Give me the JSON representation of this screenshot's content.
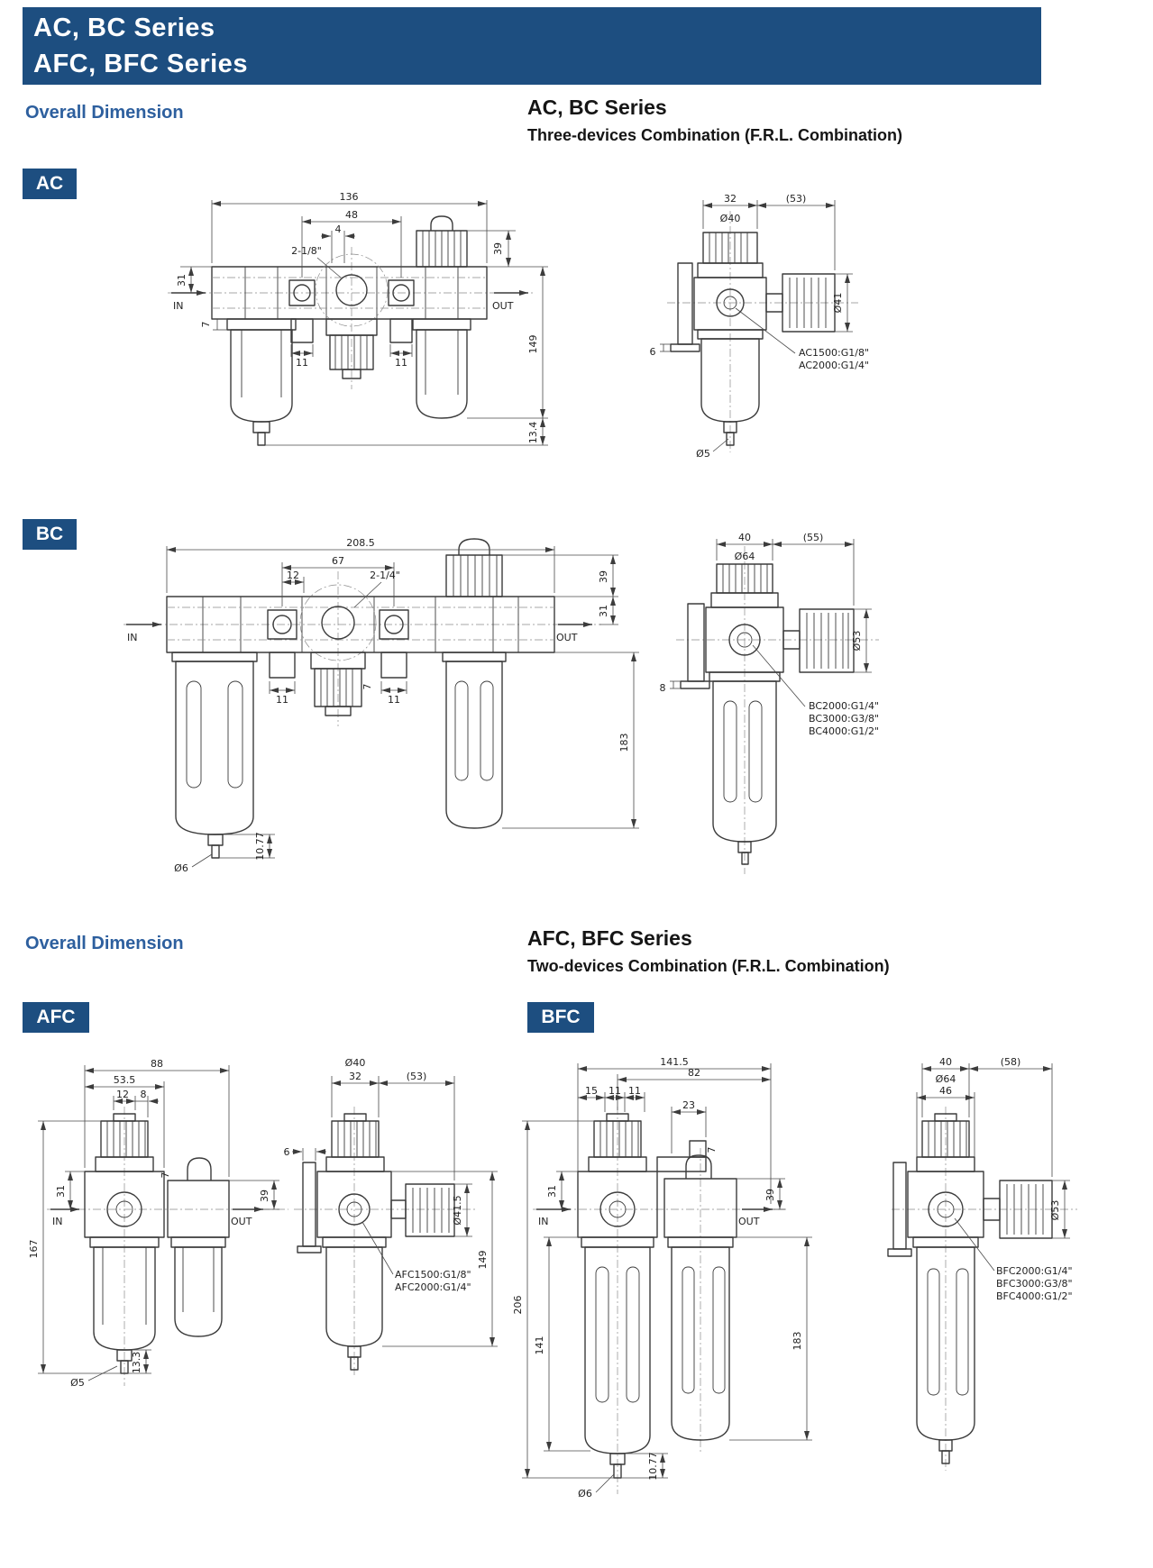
{
  "banner": {
    "line1": "AC, BC Series",
    "line2": "AFC, BFC Series"
  },
  "top_section": {
    "overall_dimension": "Overall Dimension",
    "title": "AC, BC Series",
    "subtitle": "Three-devices Combination (F.R.L. Combination)",
    "ac_badge": "AC",
    "bc_badge": "BC"
  },
  "bottom_section": {
    "overall_dimension": "Overall Dimension",
    "title": "AFC, BFC Series",
    "subtitle": "Two-devices Combination (F.R.L. Combination)",
    "afc_badge": "AFC",
    "bfc_badge": "BFC"
  },
  "ac": {
    "front": {
      "dim_136": "136",
      "dim_48": "48",
      "dim_4": "4",
      "port_label": "2-1/8\"",
      "dim_39": "39",
      "dim_31": "31",
      "in_label": "IN",
      "out_label": "OUT",
      "dim_7": "7",
      "dim_11_left": "11",
      "dim_11_right": "11",
      "dim_149": "149",
      "dim_13_4": "13.4"
    },
    "side": {
      "dim_32": "32",
      "dim_53": "(53)",
      "dia_40": "Ø40",
      "dia_41": "Ø41",
      "dim_6": "6",
      "dia_5": "Ø5",
      "model_1": "AC1500:G1/8\"",
      "model_2": "AC2000:G1/4\""
    }
  },
  "bc": {
    "front": {
      "dim_208_5": "208.5",
      "dim_67": "67",
      "dim_12": "12",
      "port_label": "2-1/4\"",
      "dim_39": "39",
      "dim_31": "31",
      "in_label": "IN",
      "out_label": "OUT",
      "dim_11_left": "11",
      "dim_7": "7",
      "dim_11_right": "11",
      "dim_183": "183",
      "dim_10_77": "10.77",
      "dia_6": "Ø6"
    },
    "side": {
      "dim_40": "40",
      "dim_55": "(55)",
      "dia_64": "Ø64",
      "dia_53": "Ø53",
      "dim_8": "8",
      "model_1": "BC2000:G1/4\"",
      "model_2": "BC3000:G3/8\"",
      "model_3": "BC4000:G1/2\""
    }
  },
  "afc": {
    "front": {
      "dim_88": "88",
      "dim_53_5": "53.5",
      "dim_12": "12",
      "dim_8": "8",
      "dim_7": "7",
      "dim_31": "31",
      "dim_167": "167",
      "in_label": "IN",
      "out_label": "OUT",
      "dim_39": "39",
      "dia_5": "Ø5",
      "dim_13_3": "13.3"
    },
    "side": {
      "dia_40": "Ø40",
      "dim_32": "32",
      "dim_53": "(53)",
      "dim_6": "6",
      "dim_149": "149",
      "dia_41_5": "Ø41.5",
      "model_1": "AFC1500:G1/8\"",
      "model_2": "AFC2000:G1/4\""
    }
  },
  "bfc": {
    "front": {
      "dim_141_5": "141.5",
      "dim_82": "82",
      "dim_15": "15",
      "dim_11_a": "11",
      "dim_11_b": "11",
      "dim_23": "23",
      "dim_31": "31",
      "dim_7": "7",
      "in_label": "IN",
      "out_label": "OUT",
      "dim_39": "39",
      "dim_206": "206",
      "dim_141": "141",
      "dim_183": "183",
      "dim_10_77": "10.77",
      "dia_6": "Ø6"
    },
    "side": {
      "dim_40": "40",
      "dim_58": "(58)",
      "dia_64": "Ø64",
      "dim_46": "46",
      "dia_53": "Ø53",
      "model_1": "BFC2000:G1/4\"",
      "model_2": "BFC3000:G3/8\"",
      "model_3": "BFC4000:G1/2\""
    }
  },
  "colors": {
    "banner_bg": "#1d4e80",
    "heading_blue": "#2d5f9e",
    "line": "#3c3c3c"
  }
}
